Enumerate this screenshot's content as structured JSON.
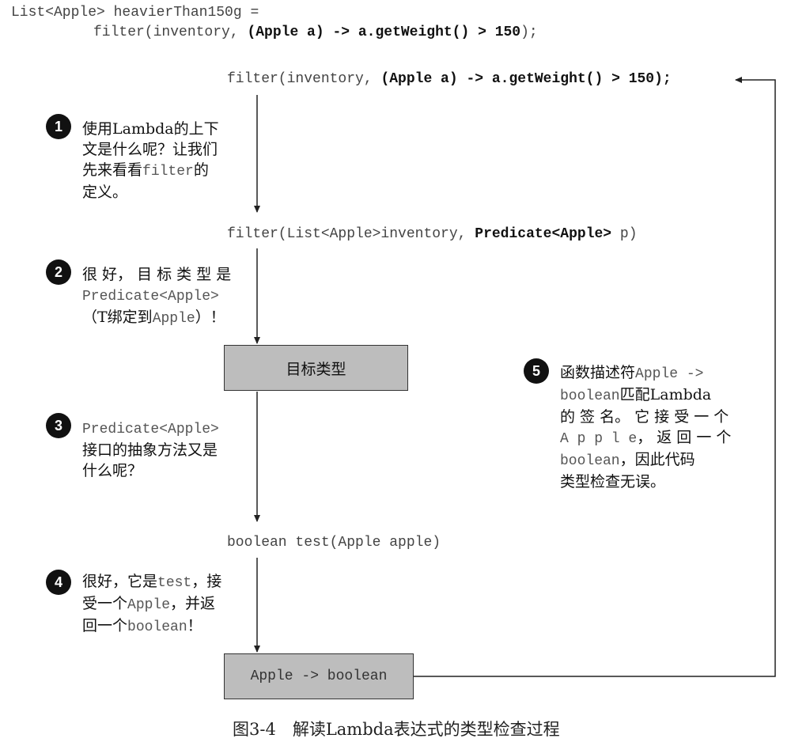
{
  "top_code": {
    "line1": "List<Apple> heavierThan150g =",
    "line2_pre": "filter(inventory, ",
    "line2_bold": "(Apple a) -> a.getWeight() > 150",
    "line2_post": ");"
  },
  "flow": {
    "expr": {
      "pre": "filter(inventory, ",
      "bold": "(Apple a) -> a.getWeight() > 150);"
    },
    "signature": {
      "pre": "filter(List<Apple>inventory, ",
      "bold": "Predicate<Apple>",
      "post": " p)"
    },
    "target_box": "目标类型",
    "method": "boolean test(Apple apple)",
    "result_box": "Apple -> boolean"
  },
  "steps": [
    {
      "num": "1",
      "lines": [
        [
          {
            "t": "使用Lambda的上下"
          }
        ],
        [
          {
            "t": "文是什么呢？让我们"
          }
        ],
        [
          {
            "t": "先来看看"
          },
          {
            "m": "filter"
          },
          {
            "t": "的"
          }
        ],
        [
          {
            "t": "定义。"
          }
        ]
      ]
    },
    {
      "num": "2",
      "lines": [
        [
          {
            "t": "很 好， 目 标 类 型 是"
          }
        ],
        [
          {
            "m": "Predicate<Apple>"
          }
        ],
        [
          {
            "t": "（T绑定到"
          },
          {
            "m": "Apple"
          },
          {
            "t": "）！"
          }
        ]
      ]
    },
    {
      "num": "3",
      "lines": [
        [
          {
            "m": "Predicate<Apple>"
          }
        ],
        [
          {
            "t": "接口的抽象方法又是"
          }
        ],
        [
          {
            "t": "什么呢？"
          }
        ]
      ]
    },
    {
      "num": "4",
      "lines": [
        [
          {
            "t": "很好，它是"
          },
          {
            "m": "test"
          },
          {
            "t": "，接"
          }
        ],
        [
          {
            "t": "受一个"
          },
          {
            "m": "Apple"
          },
          {
            "t": "，并返"
          }
        ],
        [
          {
            "t": "回一个"
          },
          {
            "m": "boolean"
          },
          {
            "t": "！"
          }
        ]
      ]
    },
    {
      "num": "5",
      "lines": [
        [
          {
            "t": "函数描述符"
          },
          {
            "m": "Apple ->"
          }
        ],
        [
          {
            "m": "boolean"
          },
          {
            "t": "匹配Lambda"
          }
        ],
        [
          {
            "t": "的 签 名。 它 接 受 一 个"
          }
        ],
        [
          {
            "m": "A p p l e"
          },
          {
            "t": "， 返 回 一 个"
          }
        ],
        [
          {
            "m": "boolean"
          },
          {
            "t": "，因此代码"
          }
        ],
        [
          {
            "t": "类型检查无误。"
          }
        ]
      ]
    }
  ],
  "caption": "图3-4　解读Lambda表达式的类型检查过程"
}
